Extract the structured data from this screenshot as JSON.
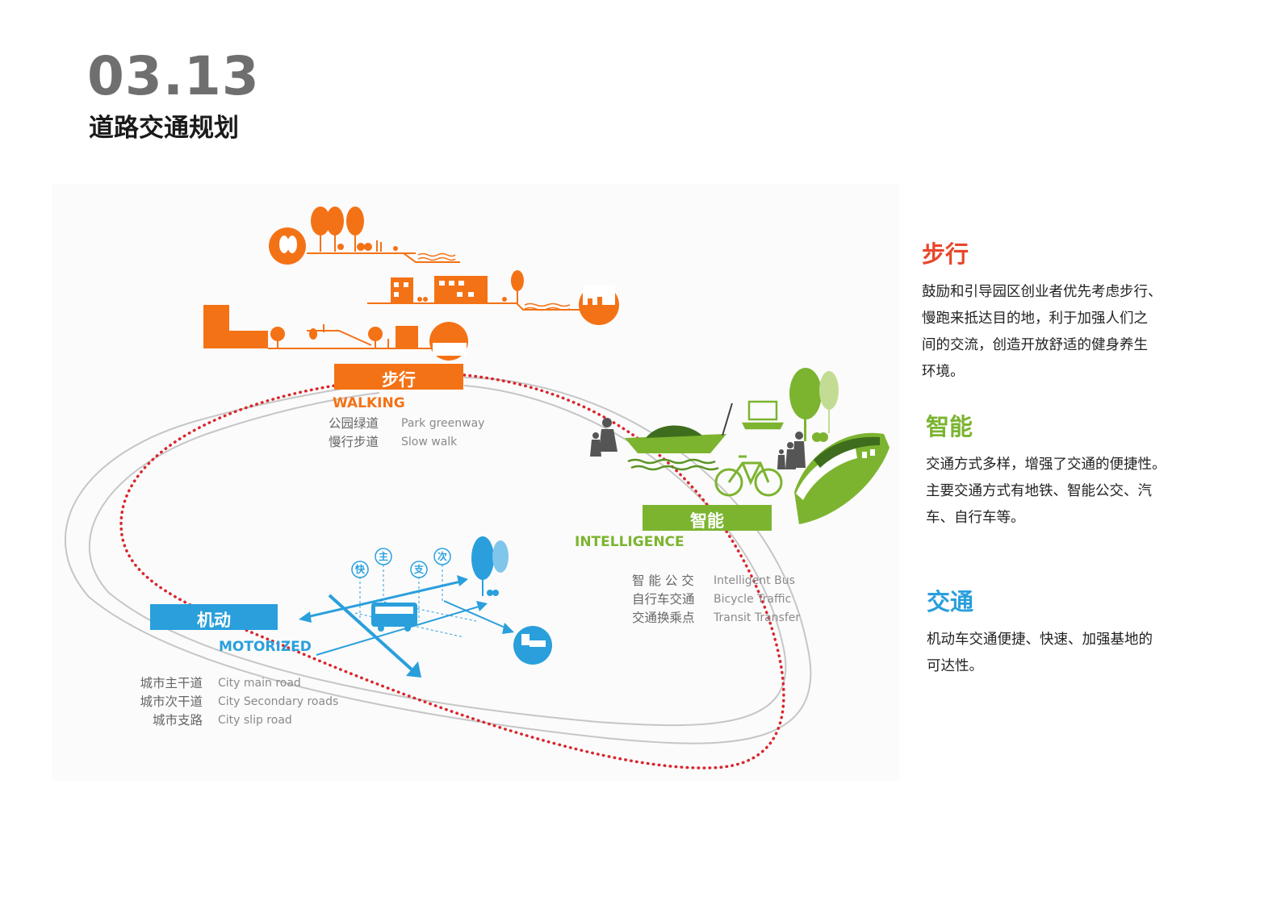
{
  "header": {
    "section_number": "03.13",
    "title": "道路交通规划"
  },
  "colors": {
    "walking": "#f47216",
    "intelligence": "#7cb430",
    "motorized": "#2a9fdc",
    "loop_dots": "#d9262c",
    "loop_lines": "#c8c8c8",
    "walking_heading": "#e8462b"
  },
  "diagram": {
    "walking": {
      "label_cn": "步行",
      "label_en": "WALKING",
      "items_cn": [
        "公园绿道",
        "慢行步道"
      ],
      "items_en": [
        "Park greenway",
        "Slow walk"
      ]
    },
    "intelligence": {
      "label_cn": "智能",
      "label_en": "INTELLIGENCE",
      "items_cn": [
        "智 能 公 交",
        "自行车交通",
        "交通换乘点"
      ],
      "items_en": [
        "Intelligent Bus",
        "Bicycle Traffic",
        "Transit Transfer"
      ]
    },
    "motorized": {
      "label_cn": "机动",
      "label_en": "MOTORIZED",
      "items_cn": [
        "城市主干道",
        "城市次干道",
        "城市支路"
      ],
      "items_en": [
        "City main road",
        "City Secondary roads",
        "City slip road"
      ],
      "road_tags": [
        "快",
        "主",
        "支",
        "次"
      ]
    }
  },
  "side_notes": [
    {
      "heading": "步行",
      "lines": [
        "鼓励和引导园区创业者优先考虑步行、",
        "慢跑来抵达目的地，利于加强人们之",
        "间的交流，创造开放舒适的健身养生",
        "环境。"
      ]
    },
    {
      "heading": "智能",
      "lines": [
        "交通方式多样，增强了交通的便捷性。",
        "主要交通方式有地铁、智能公交、汽",
        "车、自行车等。"
      ]
    },
    {
      "heading": "交通",
      "lines": [
        "机动车交通便捷、快速、加强基地的",
        "可达性。"
      ]
    }
  ],
  "icons": {
    "walking_scene": [
      "tree-icon",
      "building-icon",
      "water-icon",
      "pedestrian-icon"
    ],
    "intelligence_scene": [
      "boat-icon",
      "bicycle-icon",
      "laptop-icon",
      "train-icon",
      "tree-icon",
      "family-icon"
    ],
    "motorized_scene": [
      "bus-icon",
      "road-arrow-icon",
      "tree-icon",
      "building-icon"
    ]
  }
}
